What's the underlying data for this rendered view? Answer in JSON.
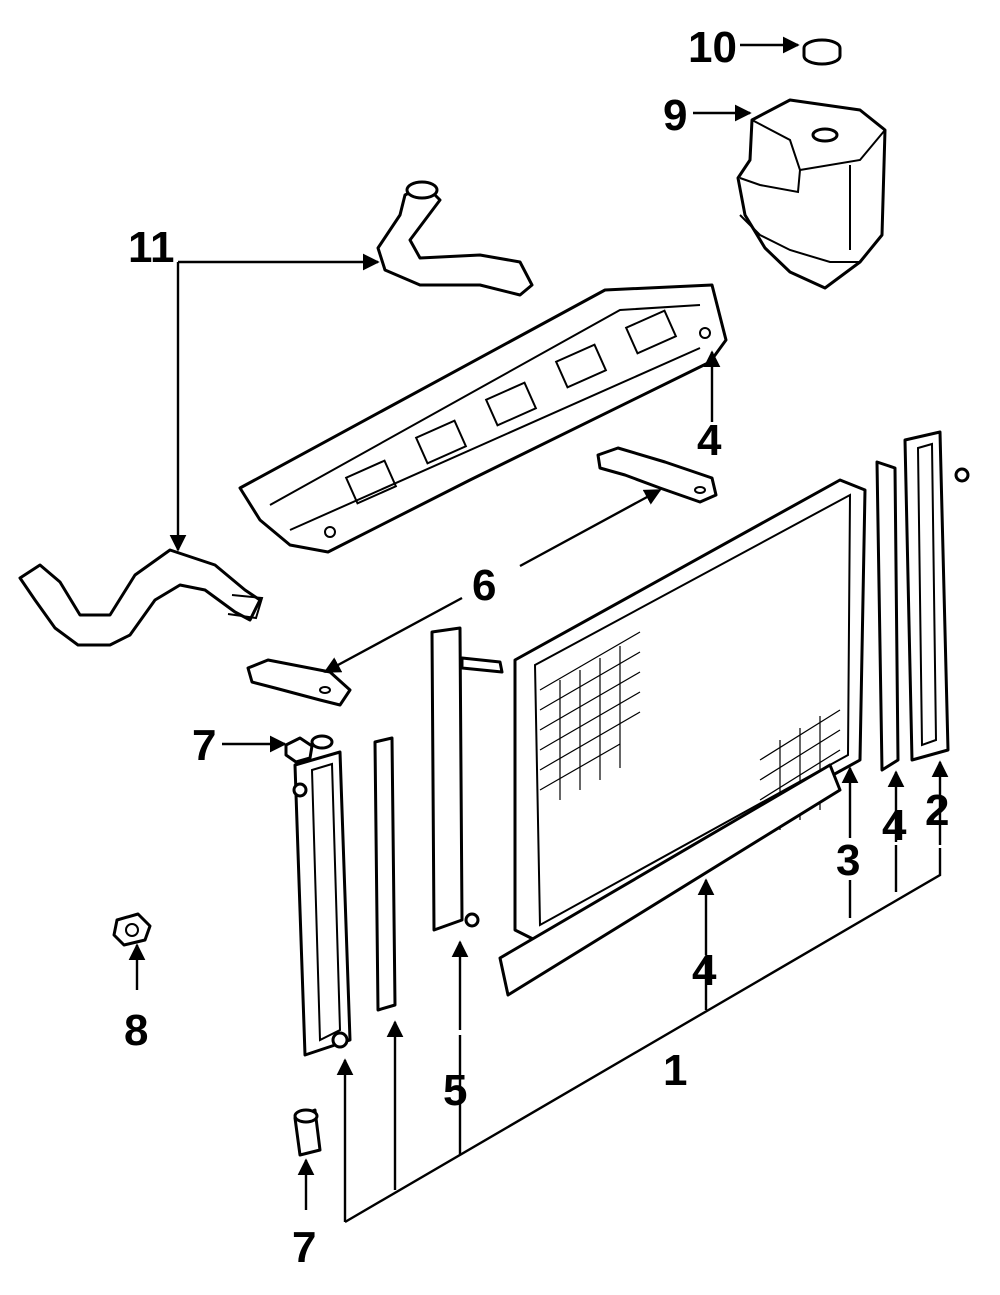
{
  "diagram": {
    "callouts": [
      {
        "id": "c10",
        "label": "10"
      },
      {
        "id": "c9",
        "label": "9"
      },
      {
        "id": "c11",
        "label": "11"
      },
      {
        "id": "c4-shroud",
        "label": "4"
      },
      {
        "id": "c6",
        "label": "6"
      },
      {
        "id": "c7-top",
        "label": "7"
      },
      {
        "id": "c2",
        "label": "2"
      },
      {
        "id": "c4-right",
        "label": "4"
      },
      {
        "id": "c3",
        "label": "3"
      },
      {
        "id": "c4-bottom",
        "label": "4"
      },
      {
        "id": "c8",
        "label": "8"
      },
      {
        "id": "c5",
        "label": "5"
      },
      {
        "id": "c1",
        "label": "1"
      },
      {
        "id": "c7-bottom",
        "label": "7"
      }
    ]
  }
}
